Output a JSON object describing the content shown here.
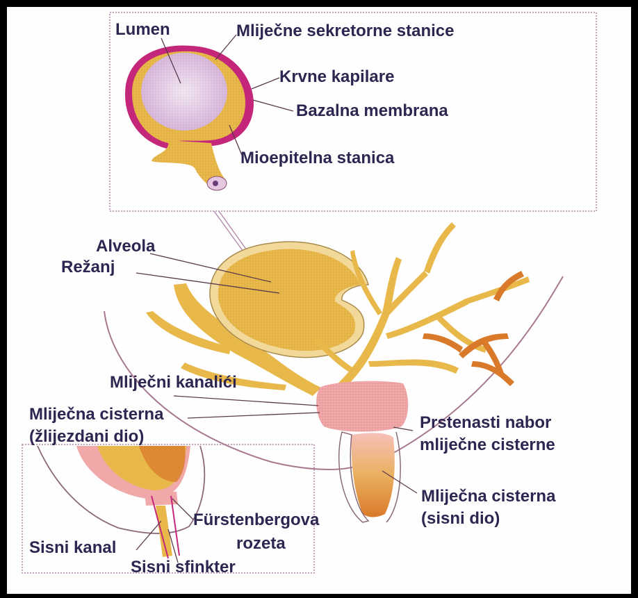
{
  "labels": {
    "lumen": "Lumen",
    "secretory_cells": "Mliječne sekretorne stanice",
    "capillaries": "Krvne kapilare",
    "basal_membrane": "Bazalna membrana",
    "myoepithelial_cell": "Mioepitelna stanica",
    "alveola": "Alveola",
    "lobe": "Režanj",
    "milk_ducts": "Mliječni kanalići",
    "gland_cistern_line1": "Mliječna cisterna",
    "gland_cistern_line2": "(žlijezdani dio)",
    "annular_fold_line1": "Prstenasti nabor",
    "annular_fold_line2": "mliječne cisterne",
    "teat_cistern_line1": "Mliječna cisterna",
    "teat_cistern_line2": "(sisni dio)",
    "rosette_line1": "Fürstenbergova",
    "rosette_line2": "rozeta",
    "teat_canal": "Sisni kanal",
    "teat_sphincter": "Sisni sfinkter"
  },
  "colors": {
    "label_text": "#2e2650",
    "leader_line": "#5a3a4a",
    "frame_line": "#b084a8",
    "tissue_yellow": "#e8b84a",
    "tissue_orange": "#d97a2a",
    "capillary_magenta": "#c4277a",
    "cistern_pink": "#f0a8a8",
    "lumen_lilac": "#e6d2ea",
    "gland_outline": "#8a6a78",
    "border": "#000000"
  }
}
